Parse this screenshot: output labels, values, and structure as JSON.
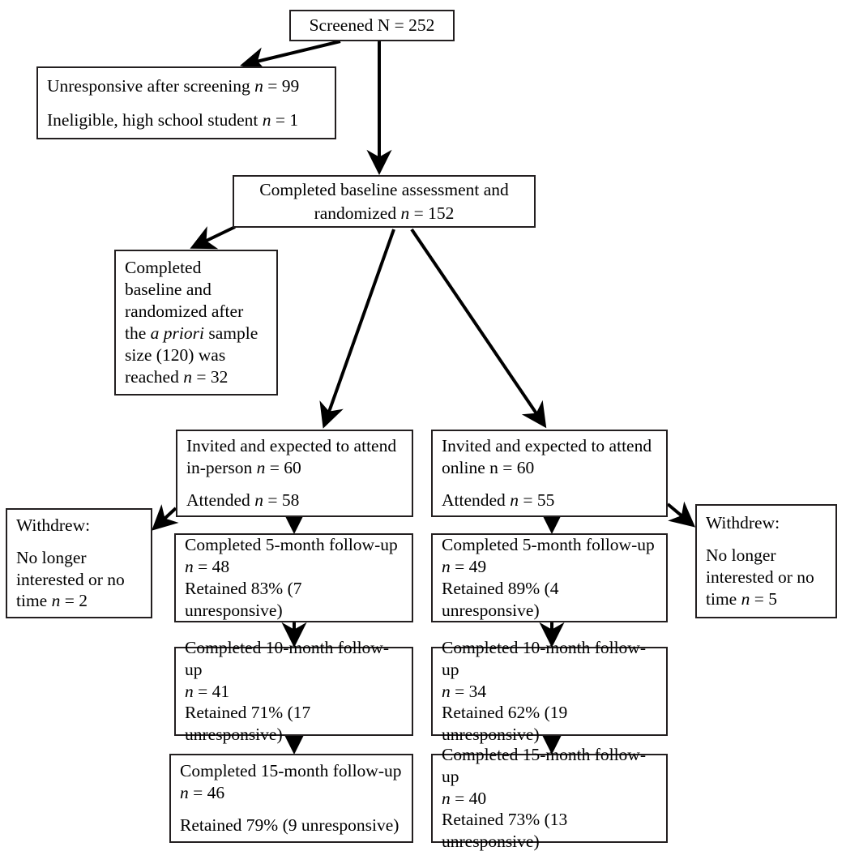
{
  "diagram": {
    "type": "participant-flow-diagram",
    "stroke_color": "#231f20",
    "background_color": "#ffffff",
    "nodes": {
      "screened": {
        "label": "Screened N = 252",
        "lines": [
          {
            "pre": "Screened N = 252"
          }
        ]
      },
      "excluded": {
        "lines": [
          {
            "pre": "Unresponsive after screening ",
            "em": "n",
            "post": " = 99"
          },
          {
            "pre": "Ineligible, high school student ",
            "em": "n",
            "post": " = 1"
          }
        ]
      },
      "randomized": {
        "lines": [
          {
            "pre": "Completed baseline assessment and"
          },
          {
            "pre": "randomized ",
            "em": "n",
            "post": " = 152"
          }
        ]
      },
      "late_enrolled": {
        "lines": [
          {
            "pre": "Completed"
          },
          {
            "pre": "baseline and"
          },
          {
            "pre": "randomized after"
          },
          {
            "pre": "the ",
            "em": "a priori",
            "post": " sample"
          },
          {
            "pre": "size (120) was"
          },
          {
            "pre": "reached ",
            "em": "n",
            "post": " = 32"
          }
        ]
      },
      "inperson": {
        "lines": [
          {
            "pre": "Invited and expected to attend"
          },
          {
            "pre": "in-person ",
            "em": "n",
            "post": " = 60"
          }
        ],
        "lines2": [
          {
            "pre": "Attended ",
            "em": "n",
            "post": " = 58"
          }
        ]
      },
      "online": {
        "lines": [
          {
            "pre": "Invited and expected to attend"
          },
          {
            "pre": "online n = 60"
          }
        ],
        "lines2": [
          {
            "pre": "Attended ",
            "em": "n",
            "post": " = 55"
          }
        ]
      },
      "withdrew_left": {
        "lines": [
          {
            "pre": "Withdrew:"
          }
        ],
        "lines2": [
          {
            "pre": "No longer"
          },
          {
            "pre": "interested or no"
          },
          {
            "pre": "time ",
            "em": "n",
            "post": " = 2"
          }
        ]
      },
      "withdrew_right": {
        "lines": [
          {
            "pre": "Withdrew:"
          }
        ],
        "lines2": [
          {
            "pre": "No longer"
          },
          {
            "pre": "interested or no"
          },
          {
            "pre": "time ",
            "em": "n",
            "post": " = 5"
          }
        ]
      },
      "ip_5mo": {
        "lines": [
          {
            "pre": "Completed 5-month follow-up"
          },
          {
            "em": "n",
            "post": " = 48"
          }
        ],
        "lines2": [
          {
            "pre": "Retained 83% (7 unresponsive)"
          }
        ]
      },
      "on_5mo": {
        "lines": [
          {
            "pre": "Completed 5-month follow-up"
          },
          {
            "em": "n",
            "post": " = 49"
          }
        ],
        "lines2": [
          {
            "pre": "Retained 89% (4 unresponsive)"
          }
        ]
      },
      "ip_10mo": {
        "lines": [
          {
            "pre": "Completed 10-month follow-up"
          },
          {
            "em": "n",
            "post": " = 41"
          }
        ],
        "lines2": [
          {
            "pre": "Retained 71% (17 unresponsive)"
          }
        ]
      },
      "on_10mo": {
        "lines": [
          {
            "pre": "Completed 10-month follow-up"
          },
          {
            "em": "n",
            "post": " = 34"
          }
        ],
        "lines2": [
          {
            "pre": "Retained 62% (19 unresponsive)"
          }
        ]
      },
      "ip_15mo": {
        "lines": [
          {
            "pre": "Completed 15-month follow-up"
          },
          {
            "em": "n",
            "post": " = 46"
          }
        ],
        "lines2": [
          {
            "pre": "Retained 79% (9 unresponsive)"
          }
        ]
      },
      "on_15mo": {
        "lines": [
          {
            "pre": "Completed 15-month follow-up"
          },
          {
            "em": "n",
            "post": " = 40"
          }
        ],
        "lines2": [
          {
            "pre": "Retained 73% (13 unresponsive)"
          }
        ]
      }
    },
    "edges": [
      {
        "name": "screened-to-excluded",
        "from": "screened",
        "to": "excluded",
        "style": "diagonal"
      },
      {
        "name": "screened-to-randomized",
        "from": "screened",
        "to": "randomized",
        "style": "vertical"
      },
      {
        "name": "randomized-to-late",
        "from": "randomized",
        "to": "late_enrolled",
        "style": "diagonal"
      },
      {
        "name": "randomized-to-inperson",
        "from": "randomized",
        "to": "inperson",
        "style": "diagonal"
      },
      {
        "name": "randomized-to-online",
        "from": "randomized",
        "to": "online",
        "style": "diagonal"
      },
      {
        "name": "inperson-to-withdrew",
        "from": "inperson",
        "to": "withdrew_left",
        "style": "diagonal"
      },
      {
        "name": "online-to-withdrew",
        "from": "online",
        "to": "withdrew_right",
        "style": "diagonal"
      },
      {
        "name": "inperson-to-5mo",
        "from": "inperson",
        "to": "ip_5mo",
        "style": "vertical"
      },
      {
        "name": "online-to-5mo",
        "from": "online",
        "to": "on_5mo",
        "style": "vertical"
      },
      {
        "name": "ip-5mo-to-10mo",
        "from": "ip_5mo",
        "to": "ip_10mo",
        "style": "vertical"
      },
      {
        "name": "on-5mo-to-10mo",
        "from": "on_5mo",
        "to": "on_10mo",
        "style": "vertical"
      },
      {
        "name": "ip-10mo-to-15mo",
        "from": "ip_10mo",
        "to": "ip_15mo",
        "style": "vertical"
      },
      {
        "name": "on-10mo-to-15mo",
        "from": "on_10mo",
        "to": "on_15mo",
        "style": "vertical"
      }
    ]
  }
}
